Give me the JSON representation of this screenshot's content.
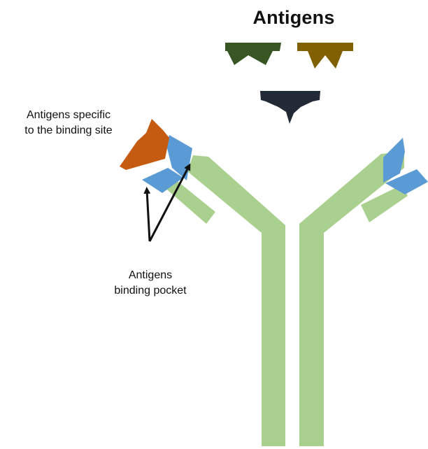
{
  "title": "Antigens",
  "labels": {
    "specific_line1": "Antigens specific",
    "specific_line2": "to the binding site",
    "pocket_line1": "Antigens",
    "pocket_line2": "binding pocket"
  },
  "colors": {
    "antibody_body": "#a9d08e",
    "binding_pocket": "#5b9bd5",
    "antigen_specific": "#c55a11",
    "antigen_dark_green": "#375623",
    "antigen_olive": "#806000",
    "antigen_navy": "#222a35",
    "arrow": "#111111"
  }
}
